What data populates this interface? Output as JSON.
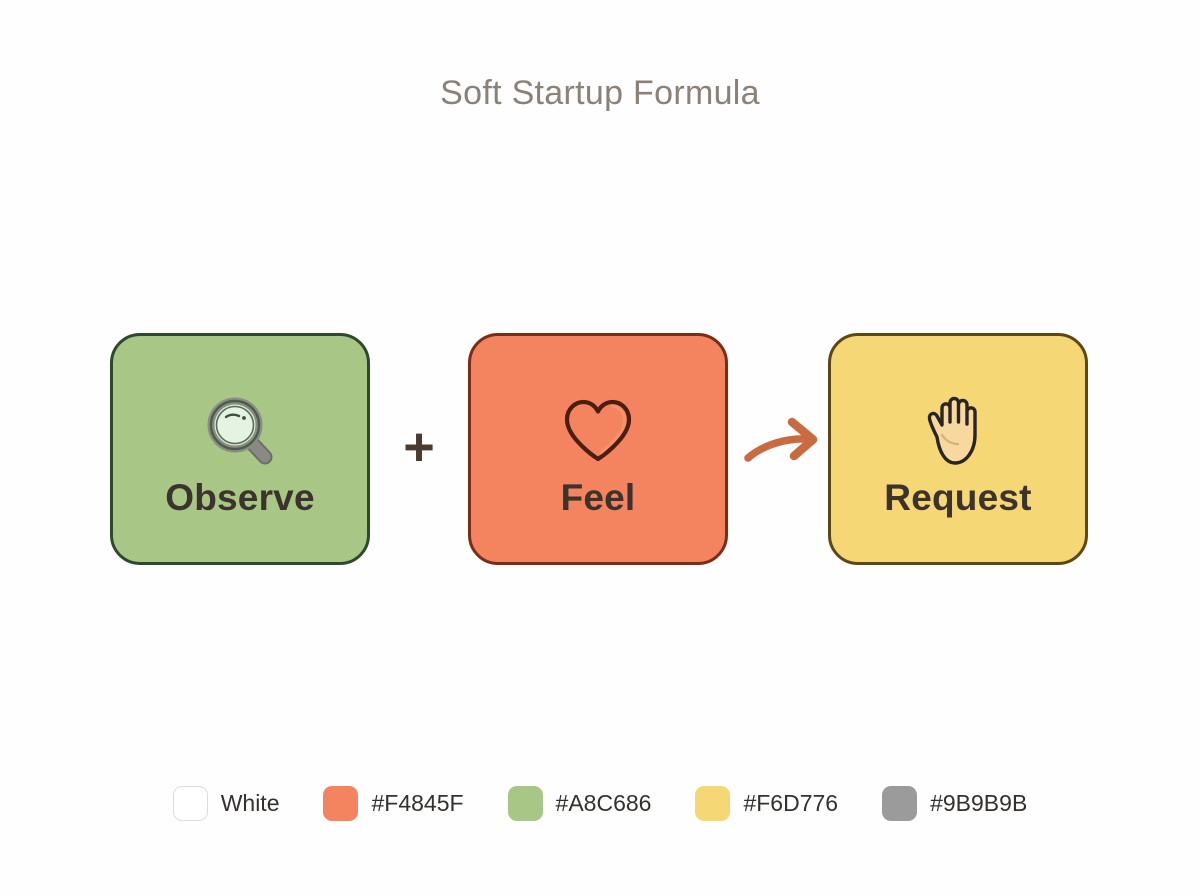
{
  "diagram": {
    "title": "Soft Startup Formula",
    "background_color": "#FEFEFE",
    "title_color": "#8A8279"
  },
  "cards": [
    {
      "id": "observe",
      "label": "Observe",
      "icon": "magnifying-glass-icon",
      "fill_color": "#A8C686",
      "border_color": "#2E4A2C",
      "label_color": "#3C332C"
    },
    {
      "id": "feel",
      "label": "Feel",
      "icon": "heart-icon",
      "fill_color": "#F4845F",
      "border_color": "#7A2E17",
      "label_color": "#3C332C"
    },
    {
      "id": "request",
      "label": "Request",
      "icon": "raised-hand-icon",
      "fill_color": "#F6D776",
      "border_color": "#5E4714",
      "label_color": "#3C332C"
    }
  ],
  "connectors": {
    "plus": {
      "symbol": "+",
      "color": "#4A3A30",
      "between": "observe-feel"
    },
    "arrow": {
      "icon": "curved-arrow-right-icon",
      "color": "#C96A41",
      "between": "feel-request"
    }
  },
  "legend": {
    "items": [
      {
        "label": "White",
        "color": "#FFFFFF",
        "border": "#DDDDDD"
      },
      {
        "label": "#F4845F",
        "color": "#F4845F",
        "border": "#F4845F"
      },
      {
        "label": "#A8C686",
        "color": "#A8C686",
        "border": "#A8C686"
      },
      {
        "label": "#F6D776",
        "color": "#F6D776",
        "border": "#F6D776"
      },
      {
        "label": "#9B9B9B",
        "color": "#9B9B9B",
        "border": "#9B9B9B"
      }
    ]
  }
}
